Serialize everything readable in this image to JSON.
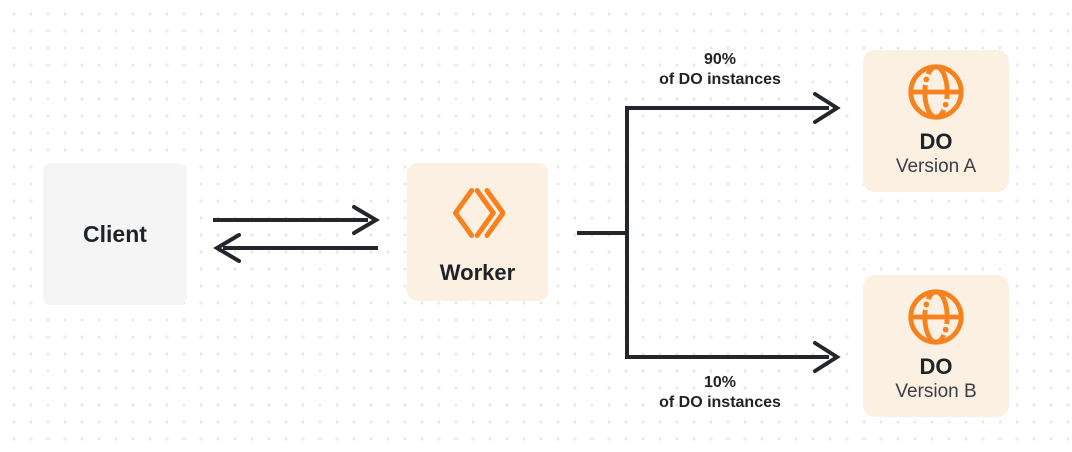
{
  "diagram": {
    "client": {
      "label": "Client"
    },
    "worker": {
      "label": "Worker"
    },
    "branches": [
      {
        "percent": "90%",
        "caption": "of DO instances",
        "target": {
          "title": "DO",
          "subtitle": "Version A"
        }
      },
      {
        "percent": "10%",
        "caption": "of DO instances",
        "target": {
          "title": "DO",
          "subtitle": "Version B"
        }
      }
    ]
  },
  "icons": {
    "worker": "workers-logo-icon",
    "durable_object": "globe-icon"
  },
  "colors": {
    "background": "#ffffff",
    "dot_grid": "#e9e8e6",
    "client_box": "#f5f5f6",
    "accent_box": "#fbf0e2",
    "orange": "#f6821f",
    "line": "#23262b",
    "text_primary": "#1f2227",
    "text_secondary": "#3a3f46"
  }
}
